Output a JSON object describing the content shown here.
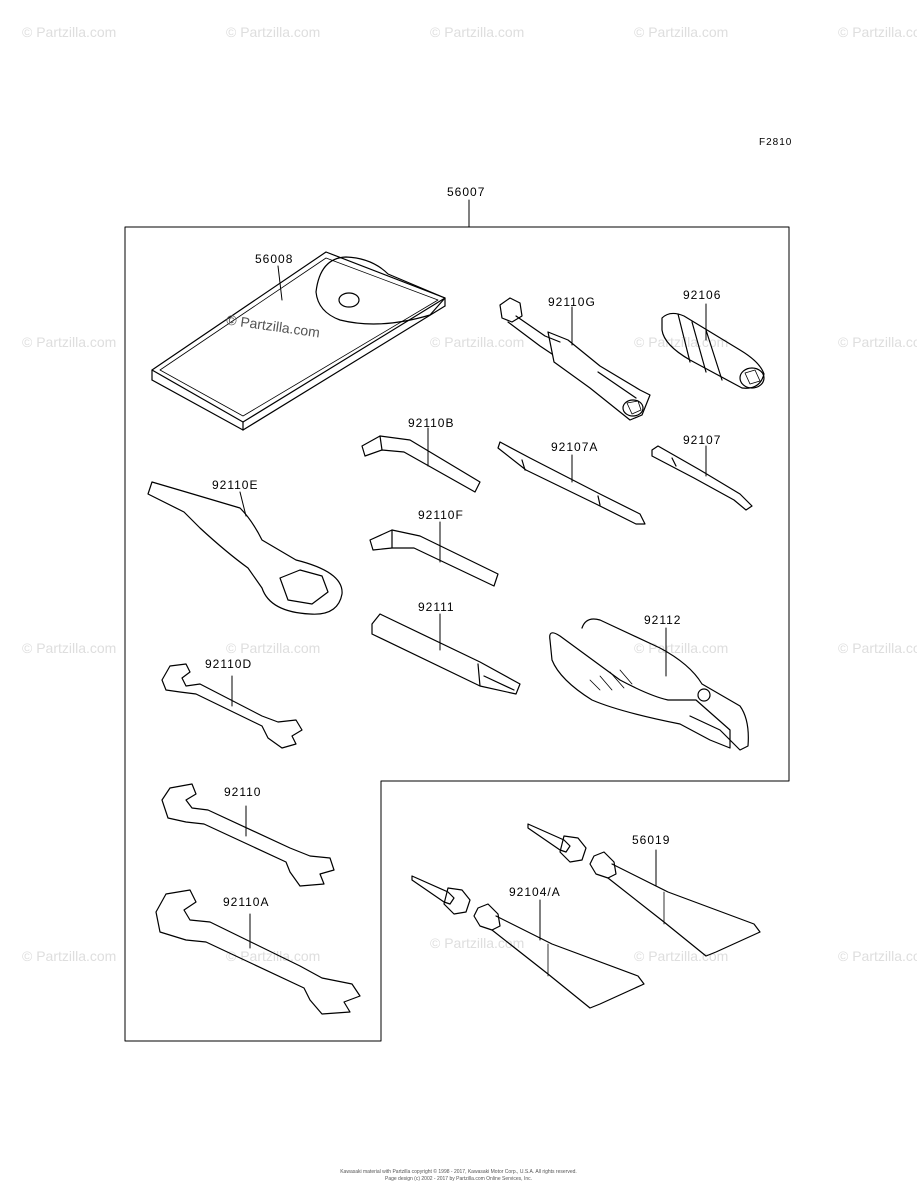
{
  "figure_code": "F2810",
  "watermark": "© Partzilla.com",
  "parts": {
    "kit": "56007",
    "case": "56008",
    "socket_wrench": "92110G",
    "plug_adapter": "92106",
    "hex_key_b": "92110B",
    "screwdriver_a": "92107A",
    "screwdriver": "92107",
    "ring_wrench": "92110E",
    "hex_key_f": "92110F",
    "handle": "92111",
    "pliers": "92112",
    "wrench_d": "92110D",
    "wrench": "92110",
    "wrench_a": "92110A",
    "grease_a": "92104/A",
    "grease_b": "56019"
  },
  "footer": {
    "line1": "Kawasaki material with Partzilla copyright © 1998 - 2017, Kawasaki Motor Corp., U.S.A. All rights reserved.",
    "line2": "Page design (c) 2002 - 2017 by Partzilla.com Online Services, Inc."
  }
}
